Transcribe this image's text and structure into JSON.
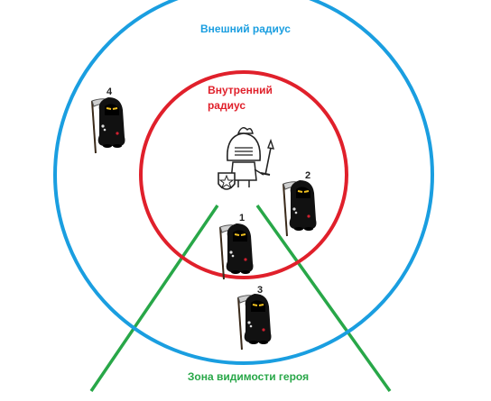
{
  "diagram": {
    "outer_radius_label": "Внешний радиус",
    "inner_radius_label_line1": "Внутренний",
    "inner_radius_label_line2": "радиус",
    "vision_zone_label": "Зона видимости героя",
    "enemies": [
      {
        "id": "4"
      },
      {
        "id": "2"
      },
      {
        "id": "1"
      },
      {
        "id": "3"
      }
    ]
  },
  "colors": {
    "outer_circle": "#1a9ee0",
    "inner_circle": "#e0202b",
    "vision_lines": "#28a748",
    "reaper_body": "#111111",
    "scythe_blade": "#cfcfcf",
    "eye_glow": "#f0c020",
    "ink": "#222222"
  },
  "icons": {
    "hero": "knight-hero-icon",
    "enemy": "grim-reaper-icon"
  }
}
